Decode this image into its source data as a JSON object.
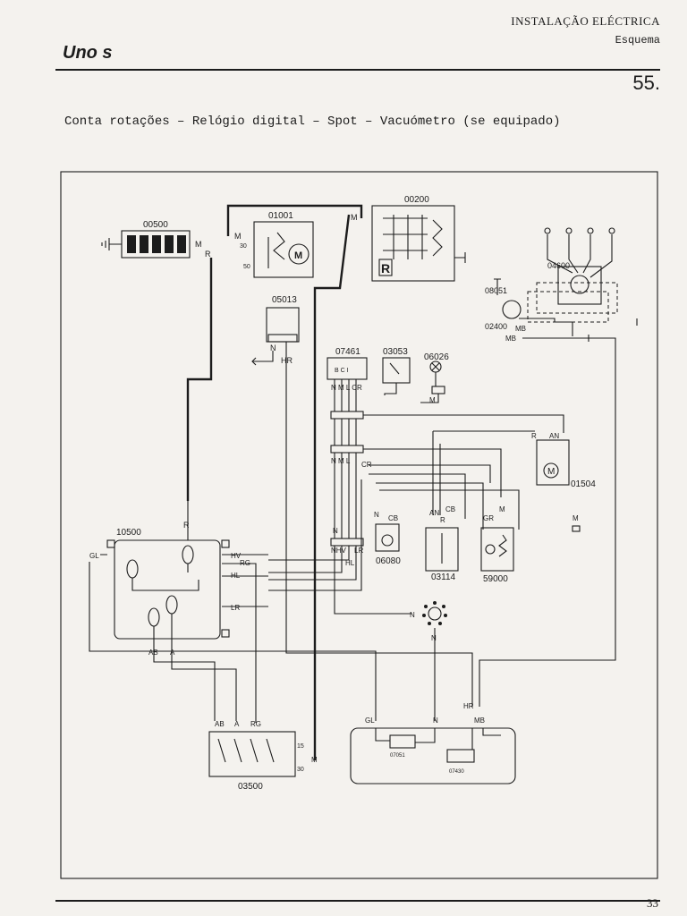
{
  "header": {
    "section": "INSTALAÇÃO ELÉCTRICA",
    "subsection": "Esquema",
    "model": "Uno s",
    "page_number": "55."
  },
  "caption": "Conta rotações – Relógio digital – Spot – Vacuómetro (se equipado)",
  "footer": {
    "page": "33"
  },
  "components": {
    "c00500": "00500",
    "c01001": "01001",
    "c00200": "00200",
    "c05013": "05013",
    "c04600": "04600",
    "c08051": "08051",
    "c02400": "02400",
    "c07461": "07461",
    "c03053": "03053",
    "c06026": "06026",
    "c01504": "01504",
    "c06080": "06080",
    "c03114": "03114",
    "c59000": "59000",
    "c10500": "10500",
    "c03500": "03500",
    "c07051": "07051",
    "c07430": "07430"
  },
  "wire_labels": {
    "M": "M",
    "R": "R",
    "N": "N",
    "HR": "HR",
    "MB": "MB",
    "GL": "GL",
    "HV": "HV",
    "RG": "RG",
    "HL": "HL",
    "LR": "LR",
    "AB": "AB",
    "A": "A",
    "NHV": "NHV",
    "NML": "N M L",
    "NMLCR": "N M L CR",
    "CR": "CR",
    "CB": "CB",
    "AN": "AN",
    "L": "L",
    "GR": "GR",
    "t30": "30",
    "t50": "50",
    "t15": "15",
    "BCI": "B C I"
  },
  "glyphs": {
    "motor": "M",
    "regulator": "R"
  }
}
